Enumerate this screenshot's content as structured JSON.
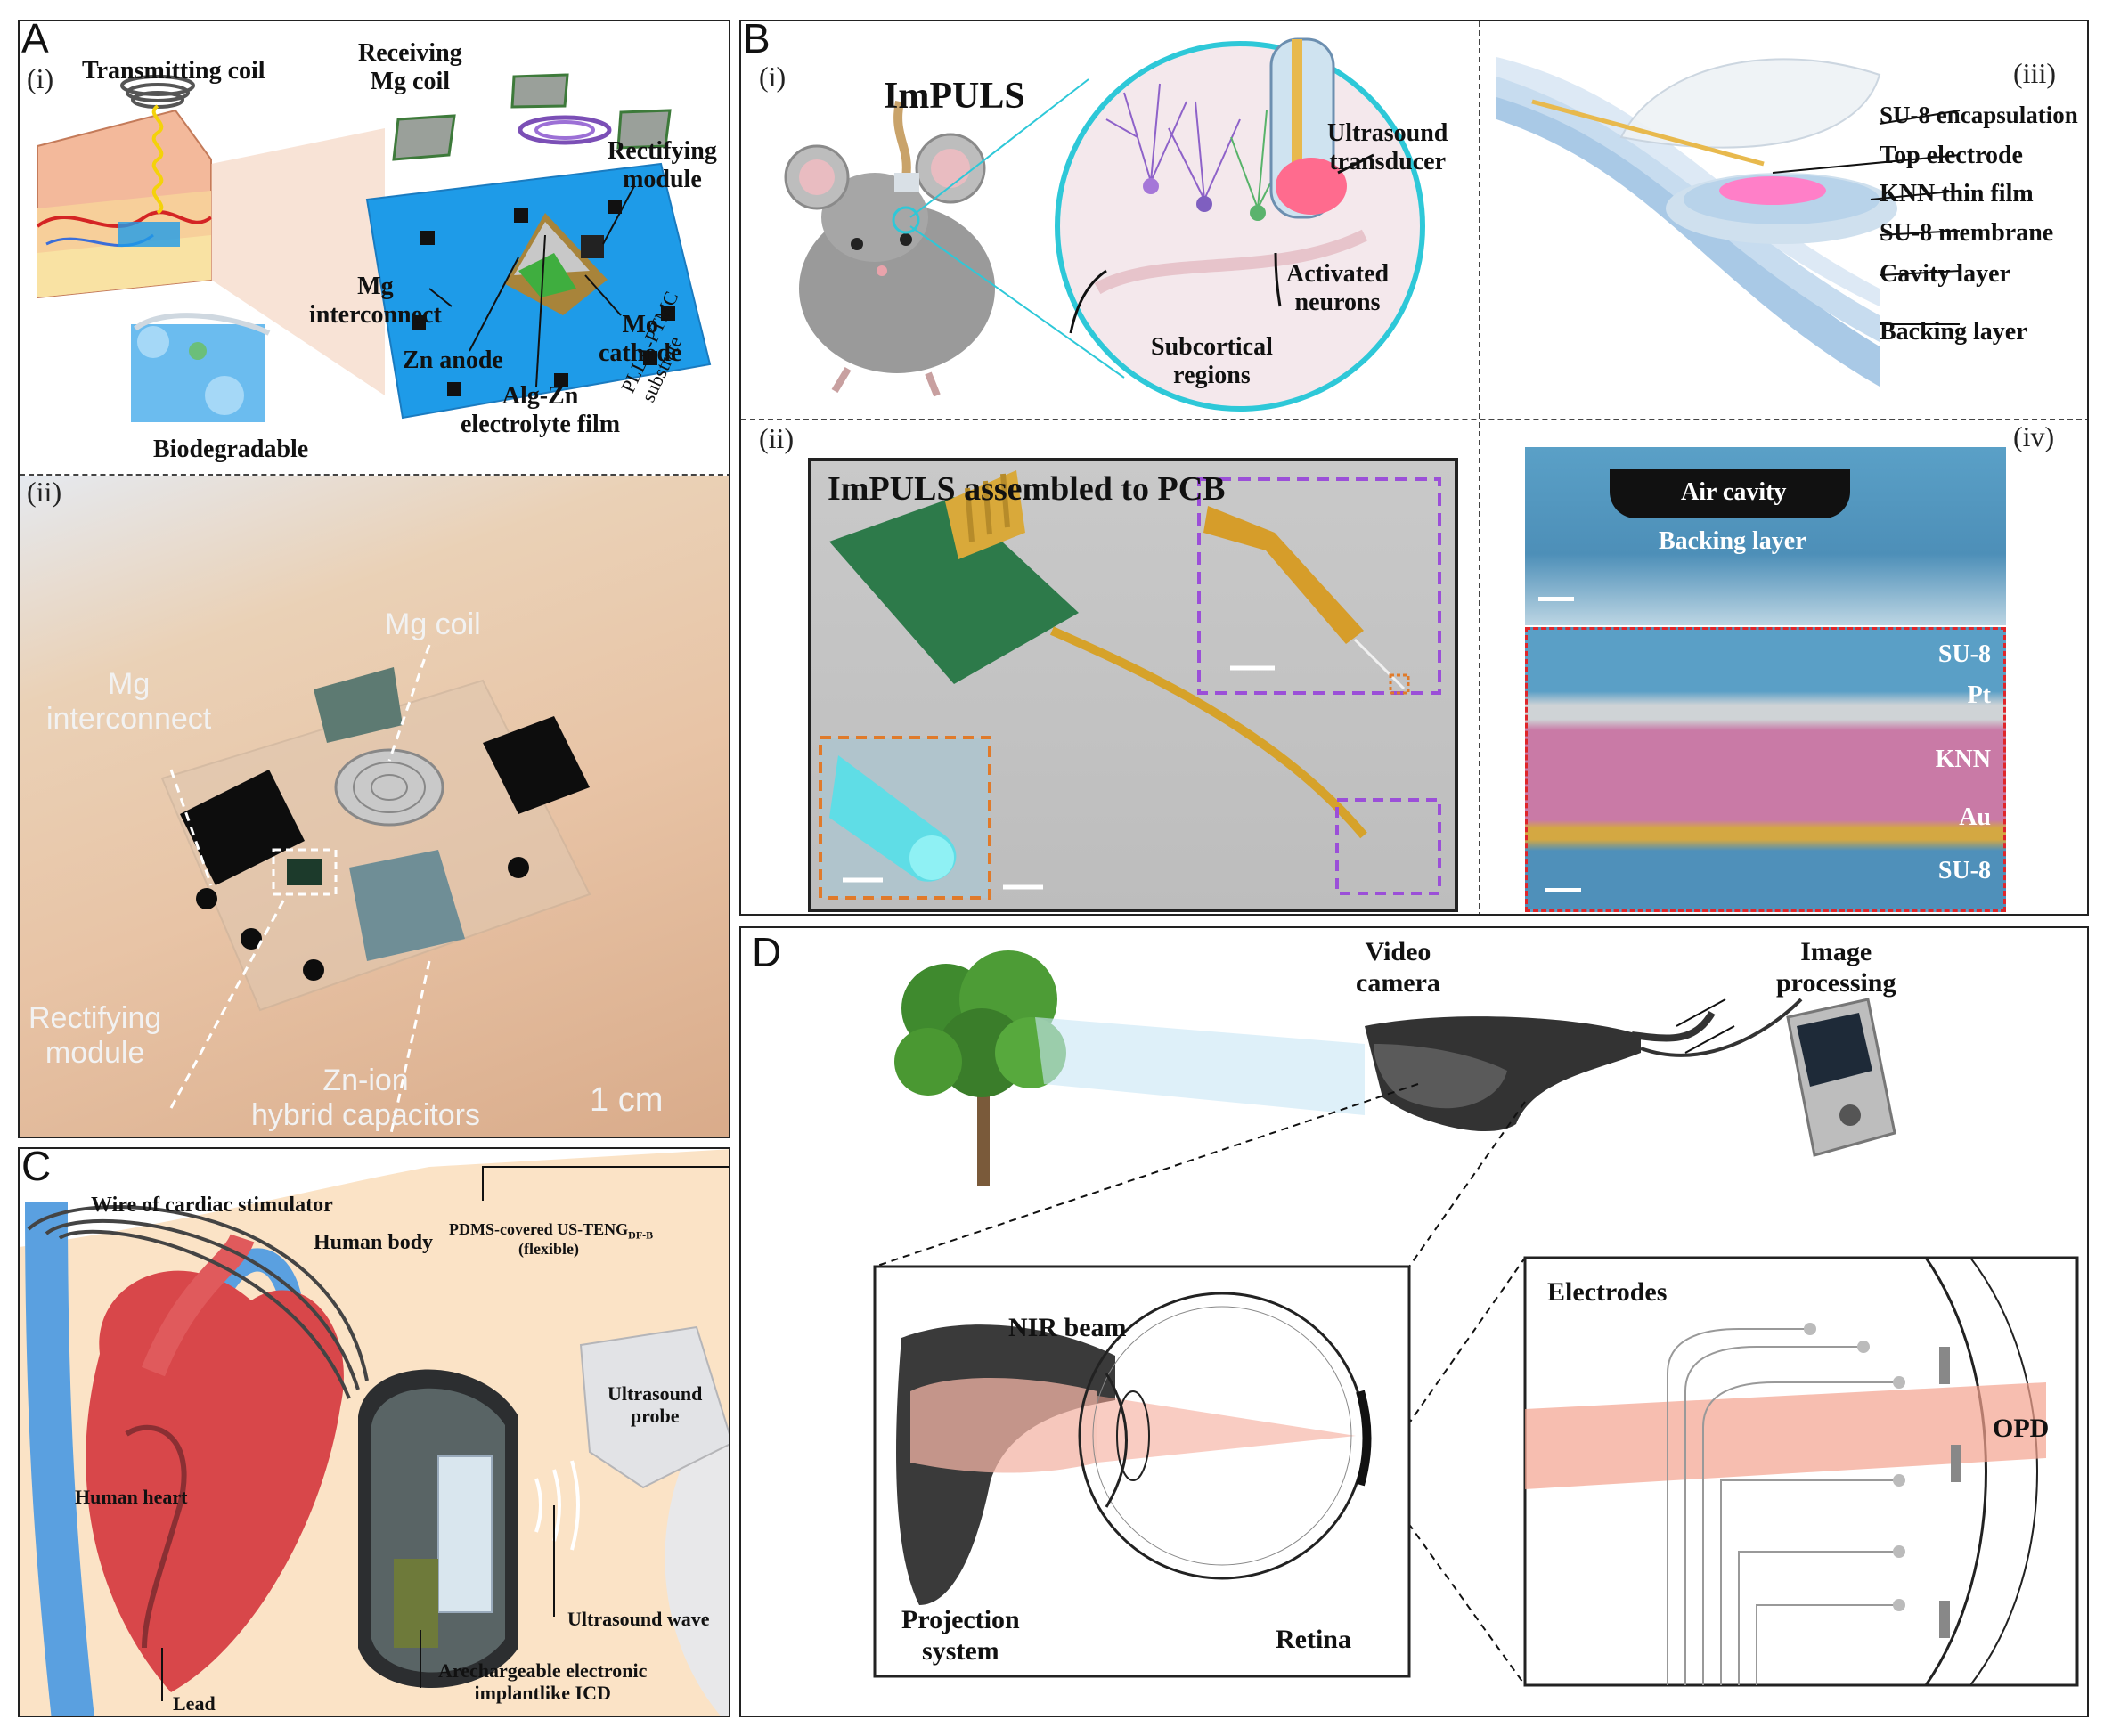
{
  "panels": {
    "A": {
      "letter": "A",
      "i": {
        "tag": "(i)",
        "labels": {
          "transmitting_coil": "Transmitting coil",
          "receiving_mg_coil": "Receiving\nMg coil",
          "rectifying_module": "Rectifying\nmodule",
          "substrate": "PLLA-PTMC\nsubstrate",
          "mg_interconnect": "Mg\ninterconnect",
          "zn_anode": "Zn anode",
          "mo_cathode": "Mo\ncathode",
          "alg_zn": "Alg-Zn\nelectrolyte film",
          "biodegradable": "Biodegradable"
        }
      },
      "ii": {
        "tag": "(ii)",
        "labels": {
          "mg_coil": "Mg coil",
          "mg_interconnect": "Mg\ninterconnect",
          "rectifying_module": "Rectifying\nmodule",
          "zn_ion": "Zn-ion\nhybrid capacitors",
          "scale": "1 cm"
        }
      }
    },
    "B": {
      "letter": "B",
      "i": {
        "tag": "(i)",
        "labels": {
          "impuls": "ImPULS",
          "ultrasound_transducer": "Ultrasound\ntransducer",
          "activated_neurons": "Activated\nneurons",
          "subcortical": "Subcortical\nregions"
        }
      },
      "ii": {
        "tag": "(ii)",
        "labels": {
          "title": "ImPULS assembled to PCB"
        }
      },
      "iii": {
        "tag": "(iii)",
        "labels": {
          "su8_encapsulation": "SU-8 encapsulation",
          "top_electrode": "Top electrode",
          "knn_film": "KNN thin film",
          "su8_membrane": "SU-8 membrane",
          "cavity_layer": "Cavity layer",
          "backing_layer": "Backing layer"
        }
      },
      "iv": {
        "tag": "(iv)",
        "labels": {
          "air_cavity": "Air cavity",
          "backing_layer": "Backing layer",
          "su8_top": "SU-8",
          "pt": "Pt",
          "knn": "KNN",
          "au": "Au",
          "su8_bottom": "SU-8"
        }
      }
    },
    "C": {
      "letter": "C",
      "labels": {
        "wire": "Wire of cardiac stimulator",
        "human_body": "Human body",
        "pdms": "PDMS-covered US-TENG",
        "pdms_sub": "DF-B",
        "flexible": "(flexible)",
        "ultrasound_probe": "Ultrasound\nprobe",
        "human_heart": "Human heart",
        "ultrasound_wave": "Ultrasound wave",
        "icd": "Arechargeable electronic\nimplantlike ICD",
        "lead": "Lead"
      }
    },
    "D": {
      "letter": "D",
      "labels": {
        "video_camera": "Video\ncamera",
        "image_processing": "Image\nprocessing",
        "nir_beam": "NIR beam",
        "projection_system": "Projection\nsystem",
        "retina": "Retina",
        "electrodes": "Electrodes",
        "opd": "OPD"
      }
    }
  },
  "colors": {
    "substrate_blue": "#1e9be8",
    "cyan": "#2ad0e0",
    "knn_pink": "#c97aa6",
    "su8_blue": "#5a9fc6",
    "heart_red": "#d8474a",
    "beam": "#f4a28f",
    "skin": "#fbe3c6"
  }
}
